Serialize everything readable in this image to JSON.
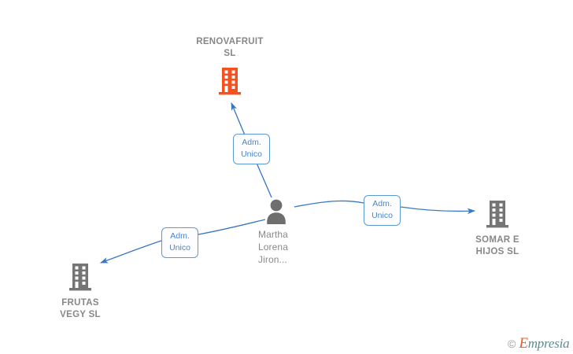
{
  "diagram": {
    "title": "Company relationship graph",
    "colors": {
      "highlight_node": "#f4511e",
      "node": "#757575",
      "edge": "#3b78c3",
      "edge_label_border": "#5b9bd5",
      "edge_label_text": "#4a86c8",
      "node_label_text": "#878787",
      "background": "#ffffff"
    },
    "nodes": [
      {
        "id": "renovafruit",
        "icon": "building-icon",
        "label": "RENOVAFRUIT\nSL",
        "type": "company",
        "highlighted": true
      },
      {
        "id": "person",
        "icon": "person-icon",
        "label": "Martha\nLorena\nJiron...",
        "type": "person",
        "highlighted": false
      },
      {
        "id": "somar",
        "icon": "building-icon",
        "label": "SOMAR E\nHIJOS  SL",
        "type": "company",
        "highlighted": false
      },
      {
        "id": "frutas",
        "icon": "building-icon",
        "label": "FRUTAS\nVEGY  SL",
        "type": "company",
        "highlighted": false
      }
    ],
    "edges": [
      {
        "id": "edge-renovafruit",
        "from": "person",
        "to": "renovafruit",
        "label": "Adm.\nUnico"
      },
      {
        "id": "edge-somar",
        "from": "person",
        "to": "somar",
        "label": "Adm.\nUnico"
      },
      {
        "id": "edge-frutas",
        "from": "person",
        "to": "frutas",
        "label": "Adm.\nUnico"
      }
    ]
  },
  "watermark": {
    "copyright": "©",
    "brand_initial": "E",
    "brand_rest": "mpresia"
  }
}
